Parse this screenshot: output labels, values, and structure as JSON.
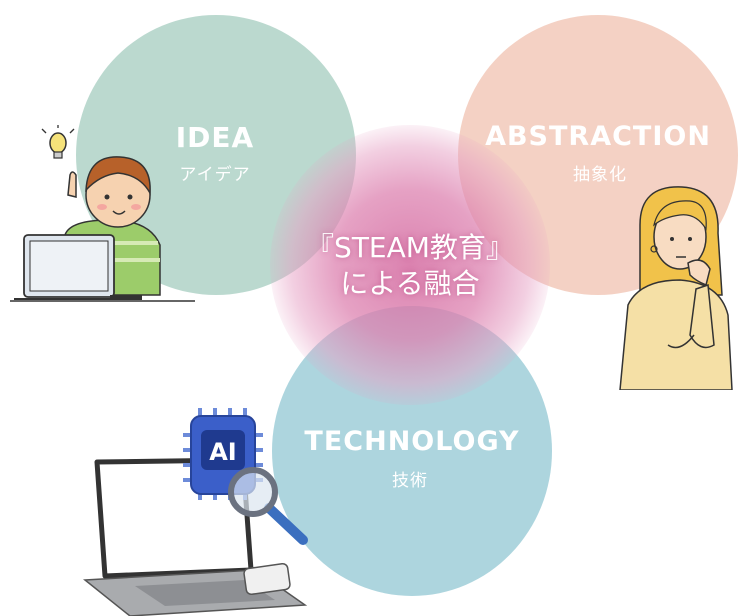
{
  "circles": {
    "idea": {
      "title": "IDEA",
      "subtitle": "アイデア",
      "color": "#b7d7cc"
    },
    "abstraction": {
      "title": "ABSTRACTION",
      "subtitle": "抽象化",
      "color": "#f3cfc1"
    },
    "technology": {
      "title": "TECHNOLOGY",
      "subtitle": "技術",
      "color": "#a9d3dc"
    }
  },
  "center": {
    "line1": "『STEAM教育』",
    "line2": "による融合",
    "color": "#d670a4"
  },
  "illustrations": {
    "boy": "boy-with-laptop-and-lightbulb",
    "woman": "thinking-woman",
    "laptop": "laptop-with-ai-chip-and-magnifier",
    "ai_chip_text": "AI"
  }
}
